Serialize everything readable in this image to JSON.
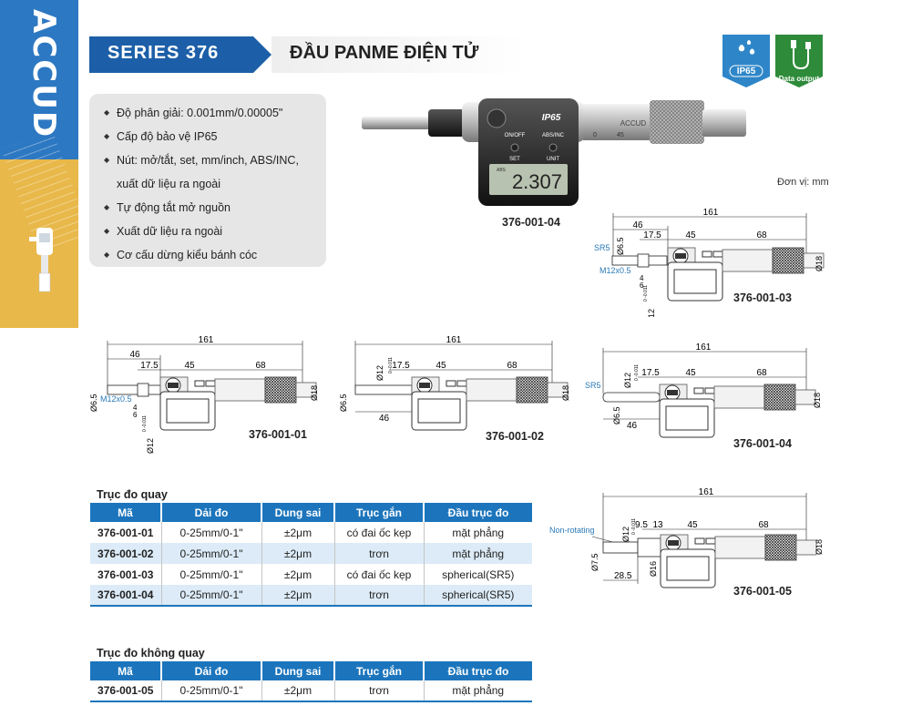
{
  "brand": {
    "logo": "ACCUD"
  },
  "header": {
    "series": "SERIES 376",
    "title": "ĐẦU PANME ĐIỆN TỬ"
  },
  "badges": {
    "ip65": "IP65",
    "data_output": "Data output"
  },
  "features": [
    "Độ phân giải: 0.001mm/0.00005\"",
    "Cấp độ bảo vệ IP65",
    "Nút: mở/tắt, set, mm/inch, ABS/INC,",
    "xuất dữ liệu ra ngoài",
    "Tự động tắt mở nguồn",
    "Xuất dữ liệu ra ngoài",
    "Cơ cấu dừng kiểu bánh cóc"
  ],
  "product": {
    "display_value": "2.307",
    "abs_label": "ABS",
    "btn_onoff": "ON/OFF",
    "btn_absinc": "ABS/INC",
    "btn_set": "SET",
    "btn_unit": "UNIT",
    "ip_mark": "IP65",
    "brand_mark": "ACCUD",
    "scale_0": "0",
    "scale_45": "45",
    "caption": "376-001-04"
  },
  "unit_label": "Đơn vị: mm",
  "drawings": {
    "d03": {
      "caption": "376-001-03",
      "total": "161",
      "d46": "46",
      "d17": "17.5",
      "d45": "45",
      "d68": "68",
      "sr5": "SR5",
      "dia65": "Ø6.5",
      "m12": "M12x0.5",
      "d4": "4",
      "d6": "6",
      "dia12": "Ø12",
      "tol": "0 -0.011",
      "dia18": "Ø18"
    },
    "d01": {
      "caption": "376-001-01",
      "total": "161",
      "d46": "46",
      "d17": "17.5",
      "d45": "45",
      "d68": "68",
      "dia65": "Ø6.5",
      "m12": "M12x0.5",
      "d4": "4",
      "d6": "6",
      "dia12": "Ø12",
      "tol": "0 -0.011",
      "dia18": "Ø18"
    },
    "d02": {
      "caption": "376-001-02",
      "total": "161",
      "d17": "17.5",
      "d45": "45",
      "d68": "68",
      "dia65": "Ø6.5",
      "dia12": "Ø12",
      "tol": "0 -0.011",
      "d46": "46",
      "dia18": "Ø18"
    },
    "d04": {
      "caption": "376-001-04",
      "total": "161",
      "d17": "17.5",
      "d45": "45",
      "d68": "68",
      "sr5": "SR5",
      "dia65": "Ø6.5",
      "dia12": "Ø12",
      "tol": "0 -0.011",
      "d46": "46",
      "dia18": "Ø18"
    },
    "d05": {
      "caption": "376-001-05",
      "total": "161",
      "d95": "9.5",
      "d13": "13",
      "d45": "45",
      "d68": "68",
      "nonrot": "Non-rotating",
      "dia75": "Ø7.5",
      "dia12": "Ø12",
      "tol": "0 -0.011",
      "dia16": "Ø16",
      "d285": "28.5",
      "dia18": "Ø18"
    }
  },
  "table_rotating": {
    "title": "Trục đo quay",
    "headers": [
      "Mã",
      "Dải đo",
      "Dung sai",
      "Trục gắn",
      "Đầu trục đo"
    ],
    "rows": [
      [
        "376-001-01",
        "0-25mm/0-1\"",
        "±2μm",
        "có đai ốc kẹp",
        "mặt phẳng"
      ],
      [
        "376-001-02",
        "0-25mm/0-1\"",
        "±2μm",
        "trơn",
        "mặt phẳng"
      ],
      [
        "376-001-03",
        "0-25mm/0-1\"",
        "±2μm",
        "có đai ốc kẹp",
        "spherical(SR5)"
      ],
      [
        "376-001-04",
        "0-25mm/0-1\"",
        "±2μm",
        "trơn",
        "spherical(SR5)"
      ]
    ]
  },
  "table_nonrotating": {
    "title": "Trục đo không quay",
    "headers": [
      "Mã",
      "Dải đo",
      "Dung sai",
      "Trục gắn",
      "Đầu trục đo"
    ],
    "rows": [
      [
        "376-001-05",
        "0-25mm/0-1\"",
        "±2μm",
        "trơn",
        "mặt phẳng"
      ]
    ]
  },
  "colors": {
    "brand_blue": "#1c75bc",
    "brand_gold": "#e8b84a",
    "dim_blue": "#2a7ab8",
    "badge_green": "#2e8b3a"
  }
}
